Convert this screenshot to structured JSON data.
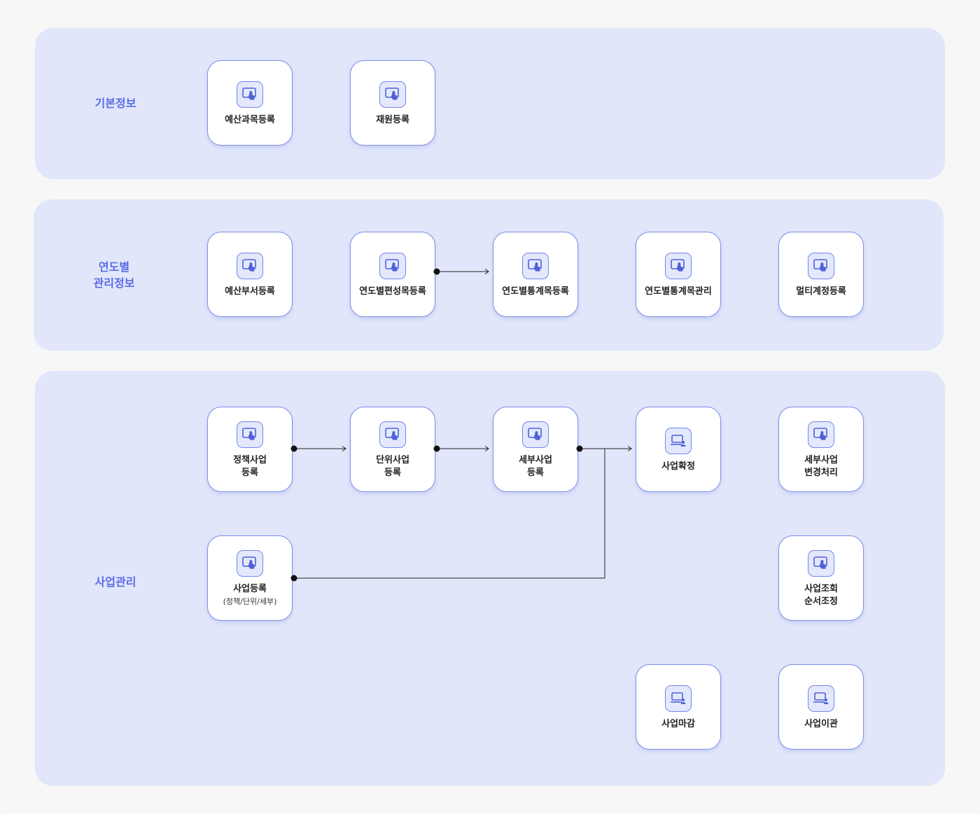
{
  "sections": [
    {
      "label": "기본정보",
      "nodes": [
        {
          "label": "예산과목등록",
          "icon": "touch-screen-icon"
        },
        {
          "label": "재원등록",
          "icon": "touch-screen-icon"
        }
      ]
    },
    {
      "label": "연도별\n관리정보",
      "nodes": [
        {
          "label": "예산부서등록",
          "icon": "touch-screen-icon"
        },
        {
          "label": "연도별편성목등록",
          "icon": "touch-screen-icon"
        },
        {
          "label": "연도별통계목등록",
          "icon": "touch-screen-icon"
        },
        {
          "label": "연도별통계목관리",
          "icon": "touch-screen-icon"
        },
        {
          "label": "멀티계정등록",
          "icon": "touch-screen-icon"
        }
      ]
    },
    {
      "label": "사업관리",
      "nodes": [
        {
          "label": "정책사업\n등록",
          "icon": "touch-screen-icon"
        },
        {
          "label": "단위사업\n등록",
          "icon": "touch-screen-icon"
        },
        {
          "label": "세부사업\n등록",
          "icon": "touch-screen-icon"
        },
        {
          "label": "사업확정",
          "icon": "laptop-user-icon"
        },
        {
          "label": "세부사업\n변경처리",
          "icon": "touch-screen-icon"
        },
        {
          "label": "사업등록",
          "sublabel": "(정책/단위/세부)",
          "icon": "touch-screen-icon"
        },
        {
          "label": "사업조회\n순서조정",
          "icon": "touch-screen-icon"
        },
        {
          "label": "사업마감",
          "icon": "laptop-user-icon"
        },
        {
          "label": "사업이관",
          "icon": "laptop-user-icon"
        }
      ]
    }
  ],
  "colors": {
    "section_bg": "#e1e6fb",
    "accent": "#5b6ce6",
    "node_border": "#7d8ee9",
    "connector": "#222222"
  }
}
